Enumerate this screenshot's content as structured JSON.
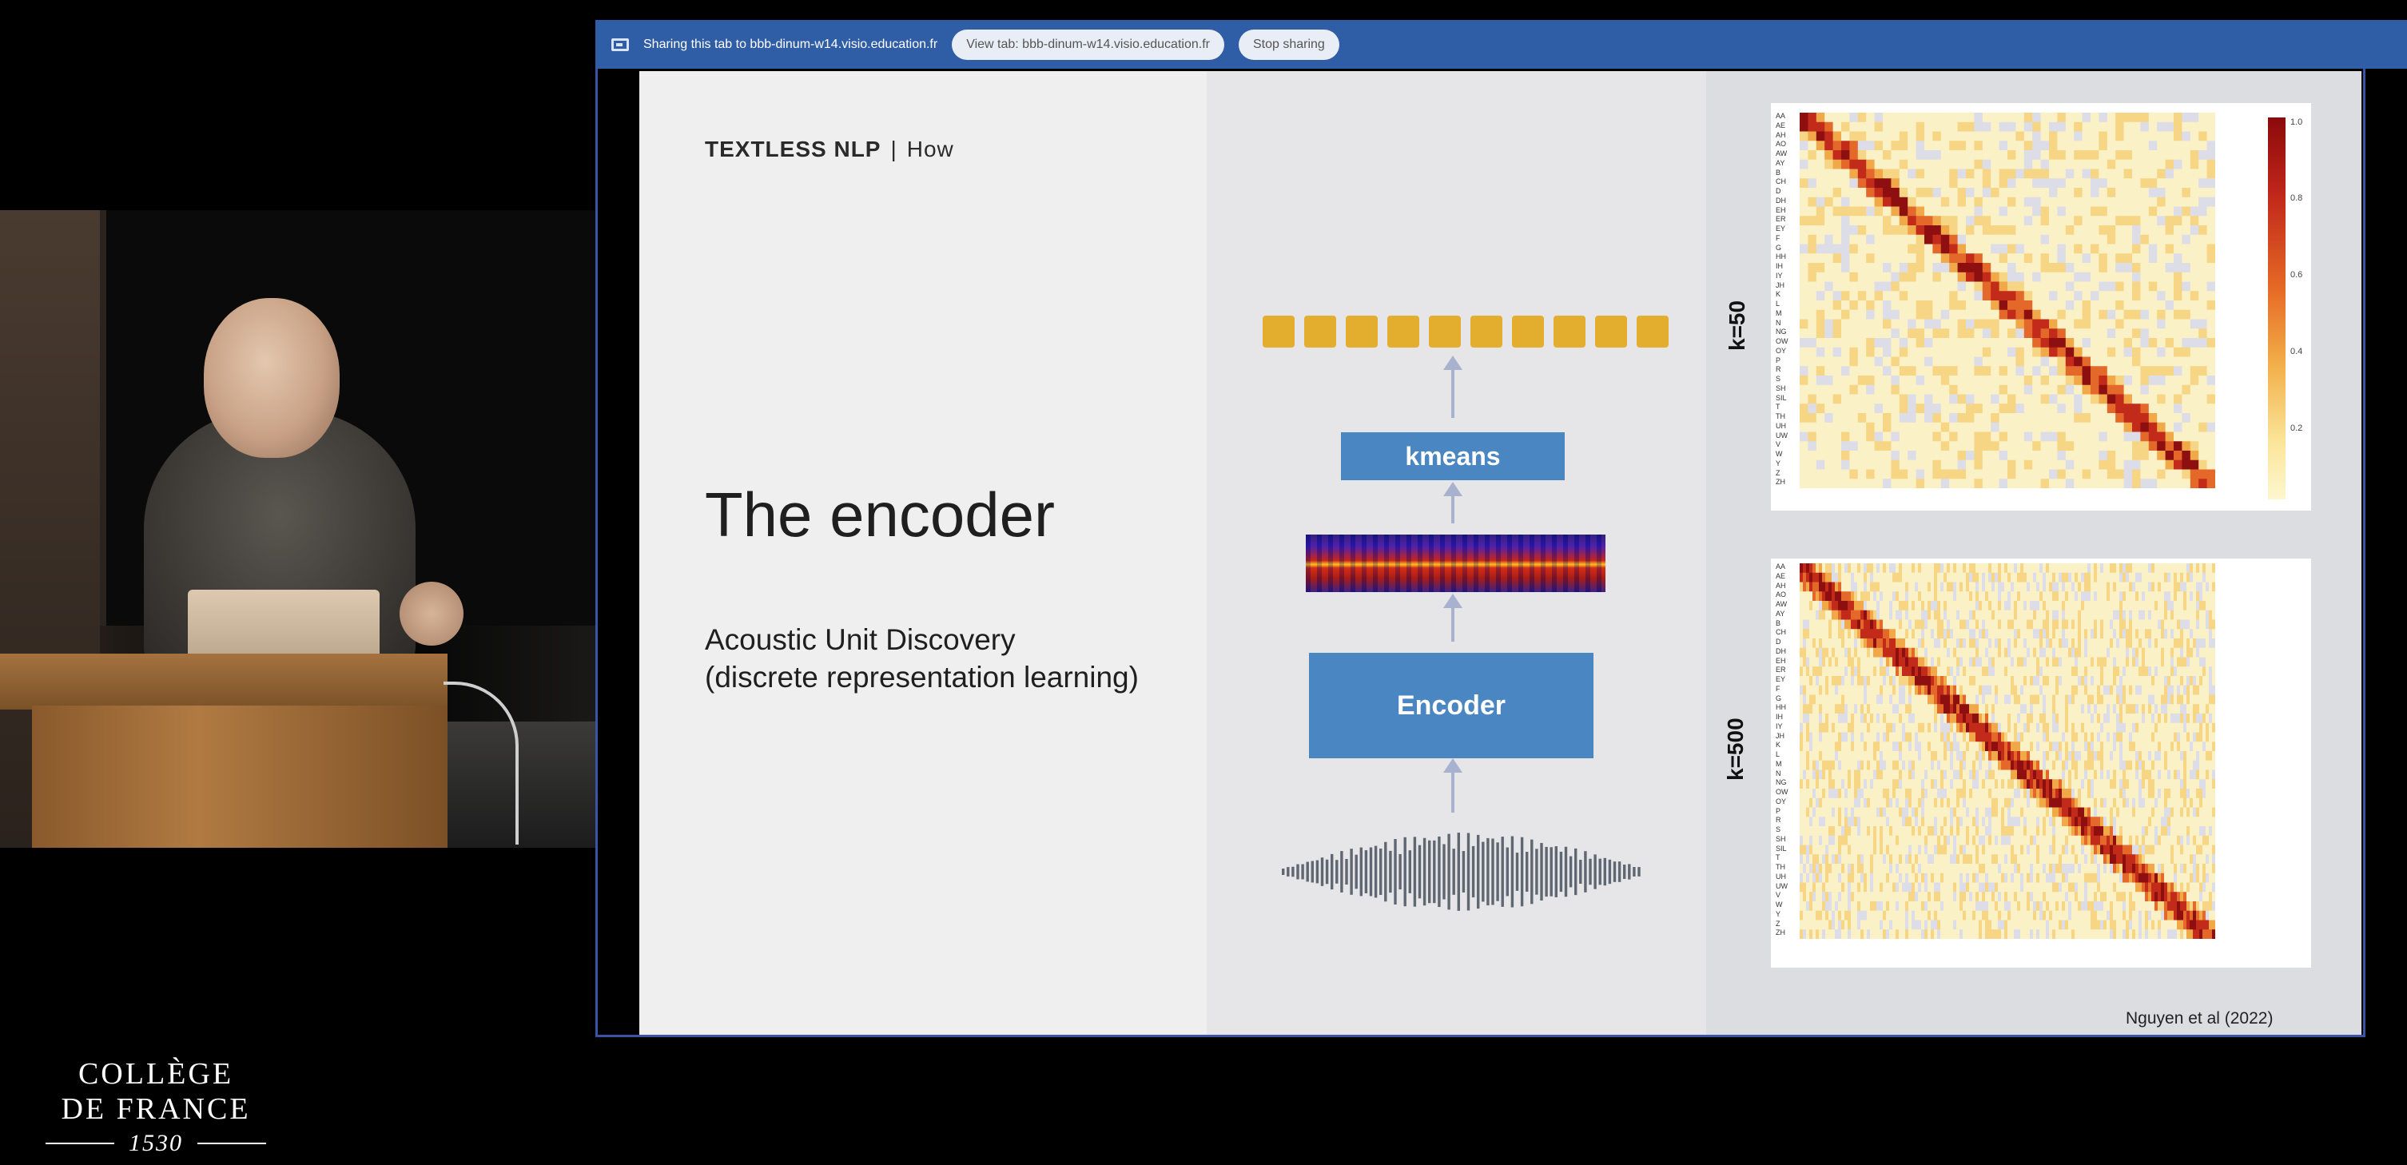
{
  "sharebar": {
    "sharing_text": "Sharing this tab to bbb-dinum-w14.visio.education.fr",
    "view_tab_label": "View tab: bbb-dinum-w14.visio.education.fr",
    "stop_label": "Stop sharing"
  },
  "logo": {
    "line1": "COLLÈGE",
    "line2": "DE FRANCE",
    "year": "1530"
  },
  "slide": {
    "header_main": "TEXTLESS NLP",
    "header_sep": "|",
    "header_sub": "How",
    "title": "The encoder",
    "subtitle_line1": "Acoustic Unit Discovery",
    "subtitle_line2": "(discrete representation learning)",
    "diagram": {
      "kmeans_label": "kmeans",
      "encoder_label": "Encoder",
      "token_count": 10,
      "token_color": "#e3ad2e",
      "box_color": "#4a86c1",
      "arrow_color": "#a8b2cf"
    },
    "heatmaps": {
      "top_label": "k=50",
      "bottom_label": "k=500",
      "phonemes": [
        "AA",
        "AE",
        "AH",
        "AO",
        "AW",
        "AY",
        "B",
        "CH",
        "D",
        "DH",
        "EH",
        "ER",
        "EY",
        "F",
        "G",
        "HH",
        "IH",
        "IY",
        "JH",
        "K",
        "L",
        "M",
        "N",
        "NG",
        "OW",
        "OY",
        "P",
        "R",
        "S",
        "SH",
        "SIL",
        "T",
        "TH",
        "UH",
        "UW",
        "V",
        "W",
        "Y",
        "Z",
        "ZH"
      ],
      "colorbar_ticks": [
        "1.0",
        "0.8",
        "0.6",
        "0.4",
        "0.2"
      ]
    },
    "citation": "Nguyen et al (2022)"
  }
}
